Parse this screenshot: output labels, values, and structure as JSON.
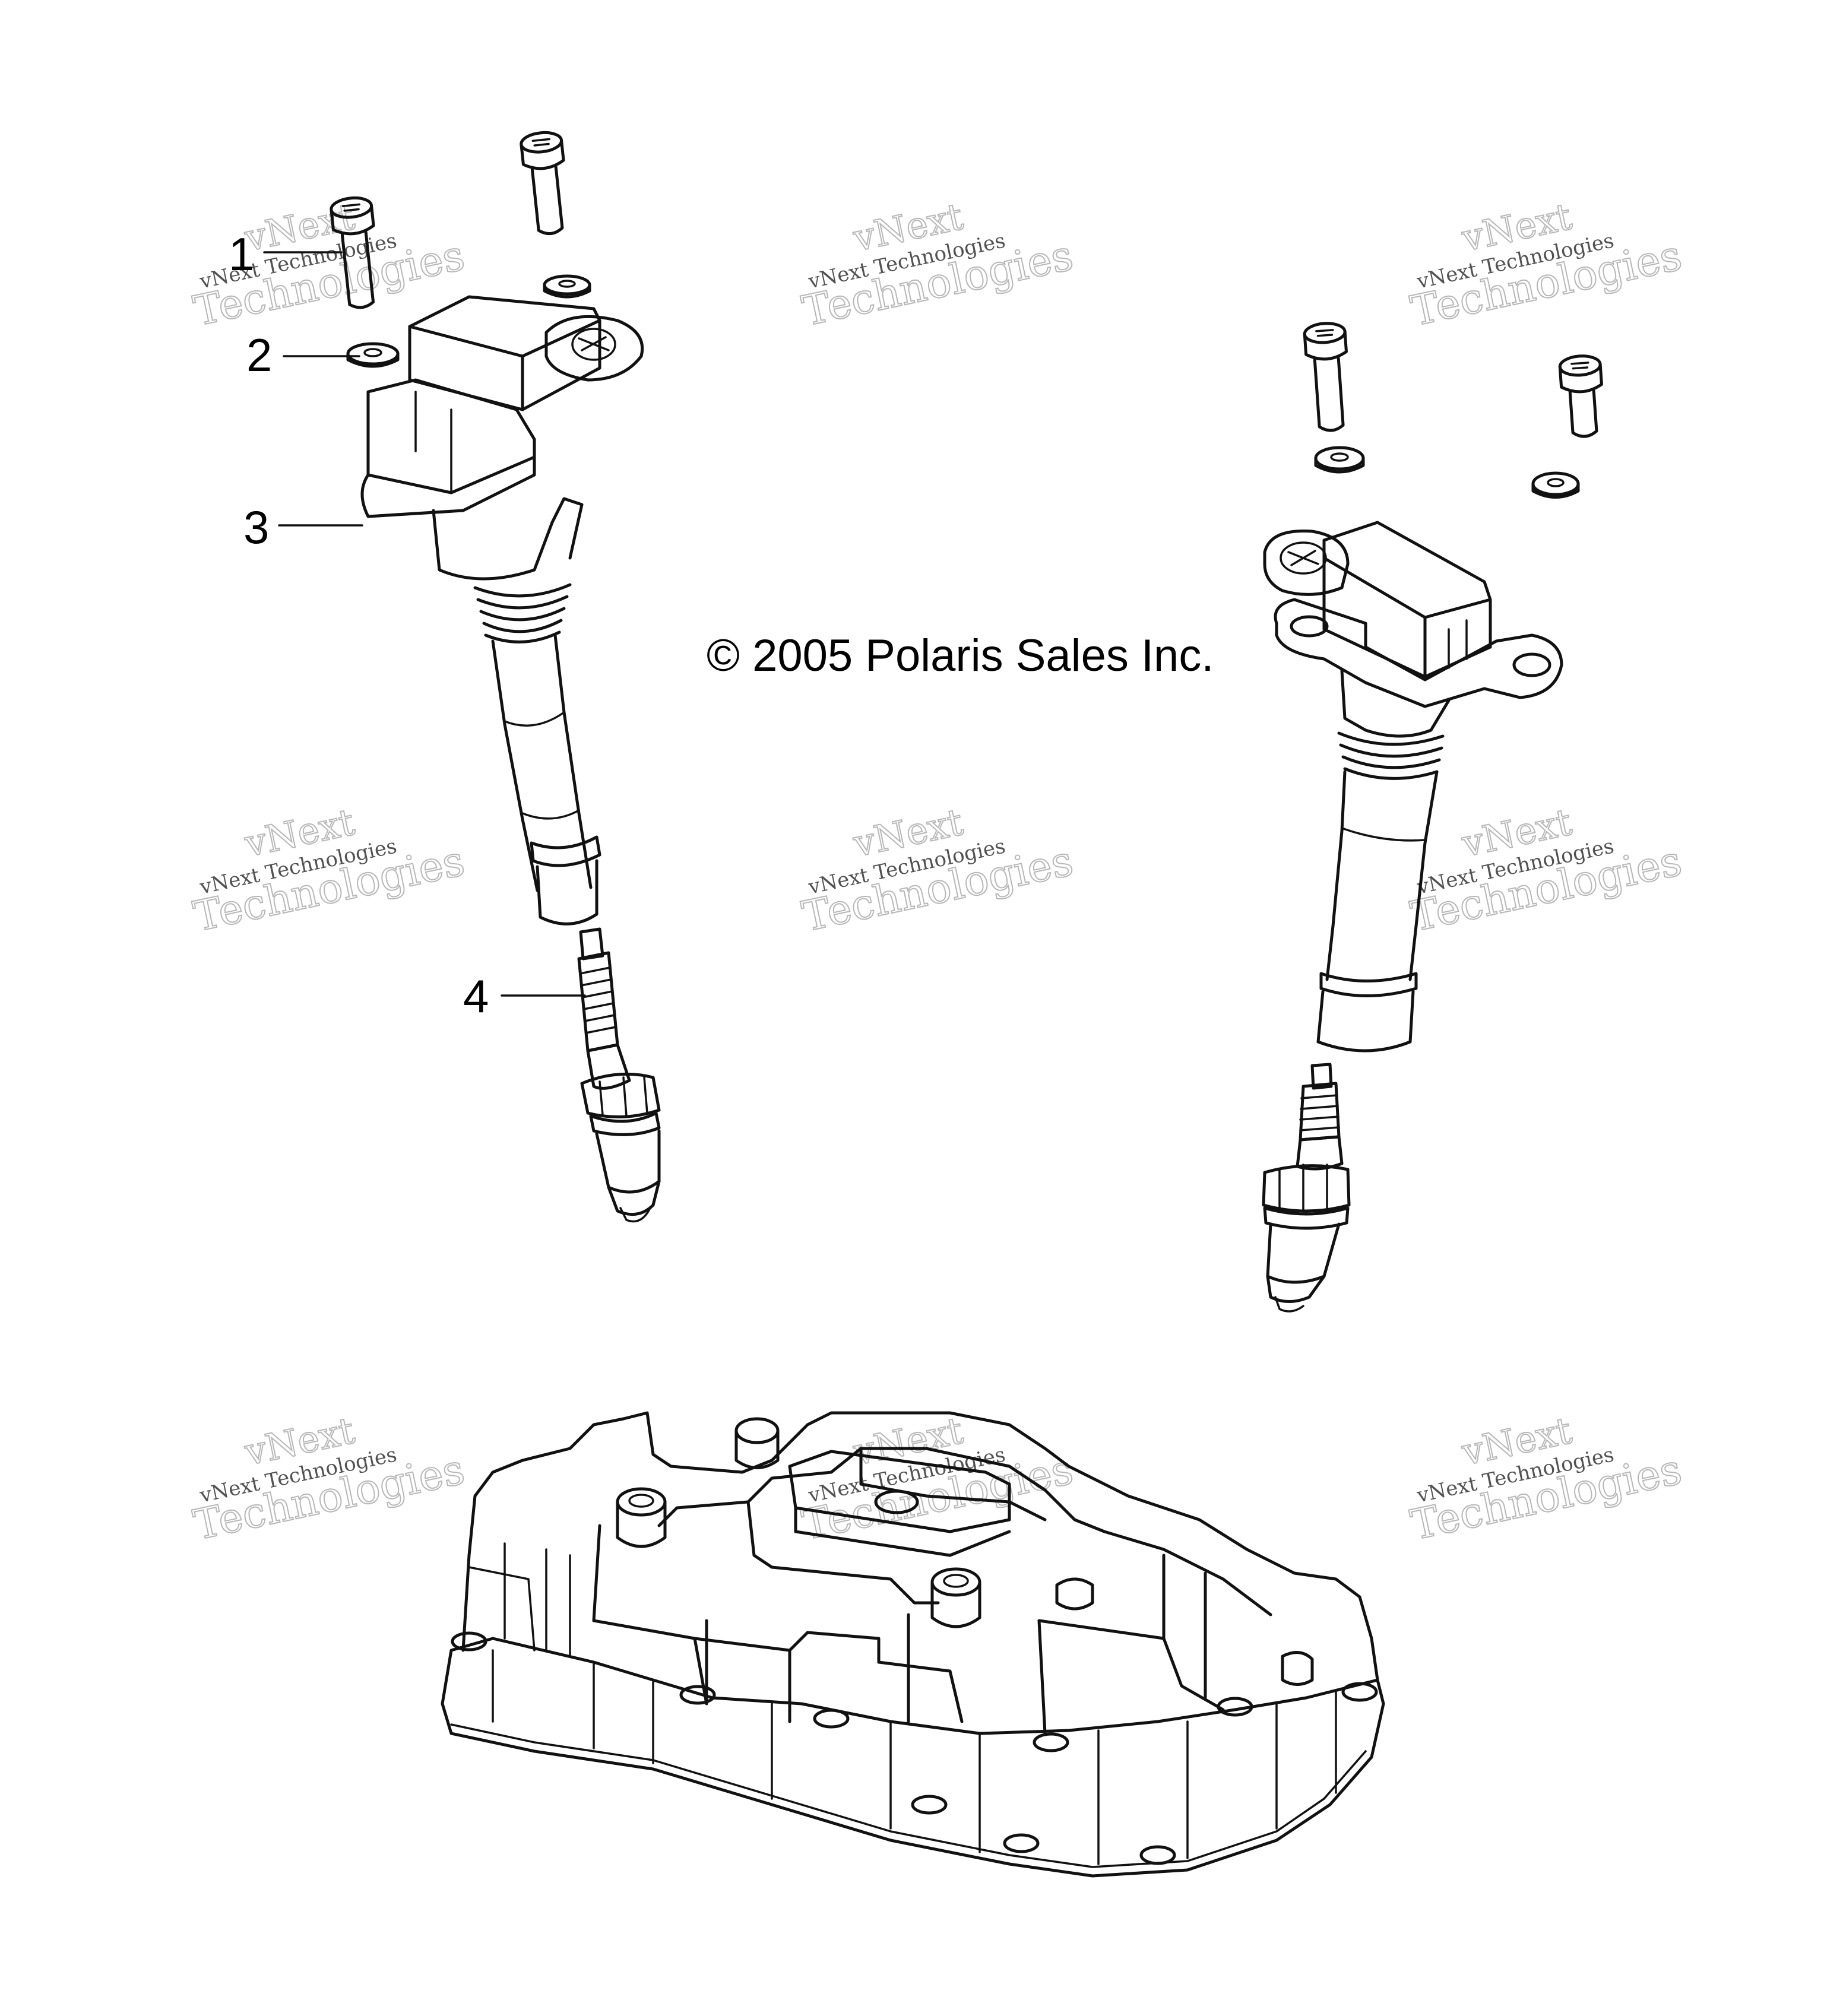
{
  "copyright": "© 2005 Polaris Sales Inc.",
  "callouts": [
    {
      "number": "1",
      "part": "bolt"
    },
    {
      "number": "2",
      "part": "washer"
    },
    {
      "number": "3",
      "part": "ignition-coil"
    },
    {
      "number": "4",
      "part": "spark-plug"
    }
  ],
  "watermark": {
    "line1": "vNext Technologies",
    "line2": "vNext",
    "line3": "Technologies"
  },
  "colors": {
    "ink": "#111111",
    "background": "#ffffff",
    "watermark": "#9a9a9a"
  }
}
